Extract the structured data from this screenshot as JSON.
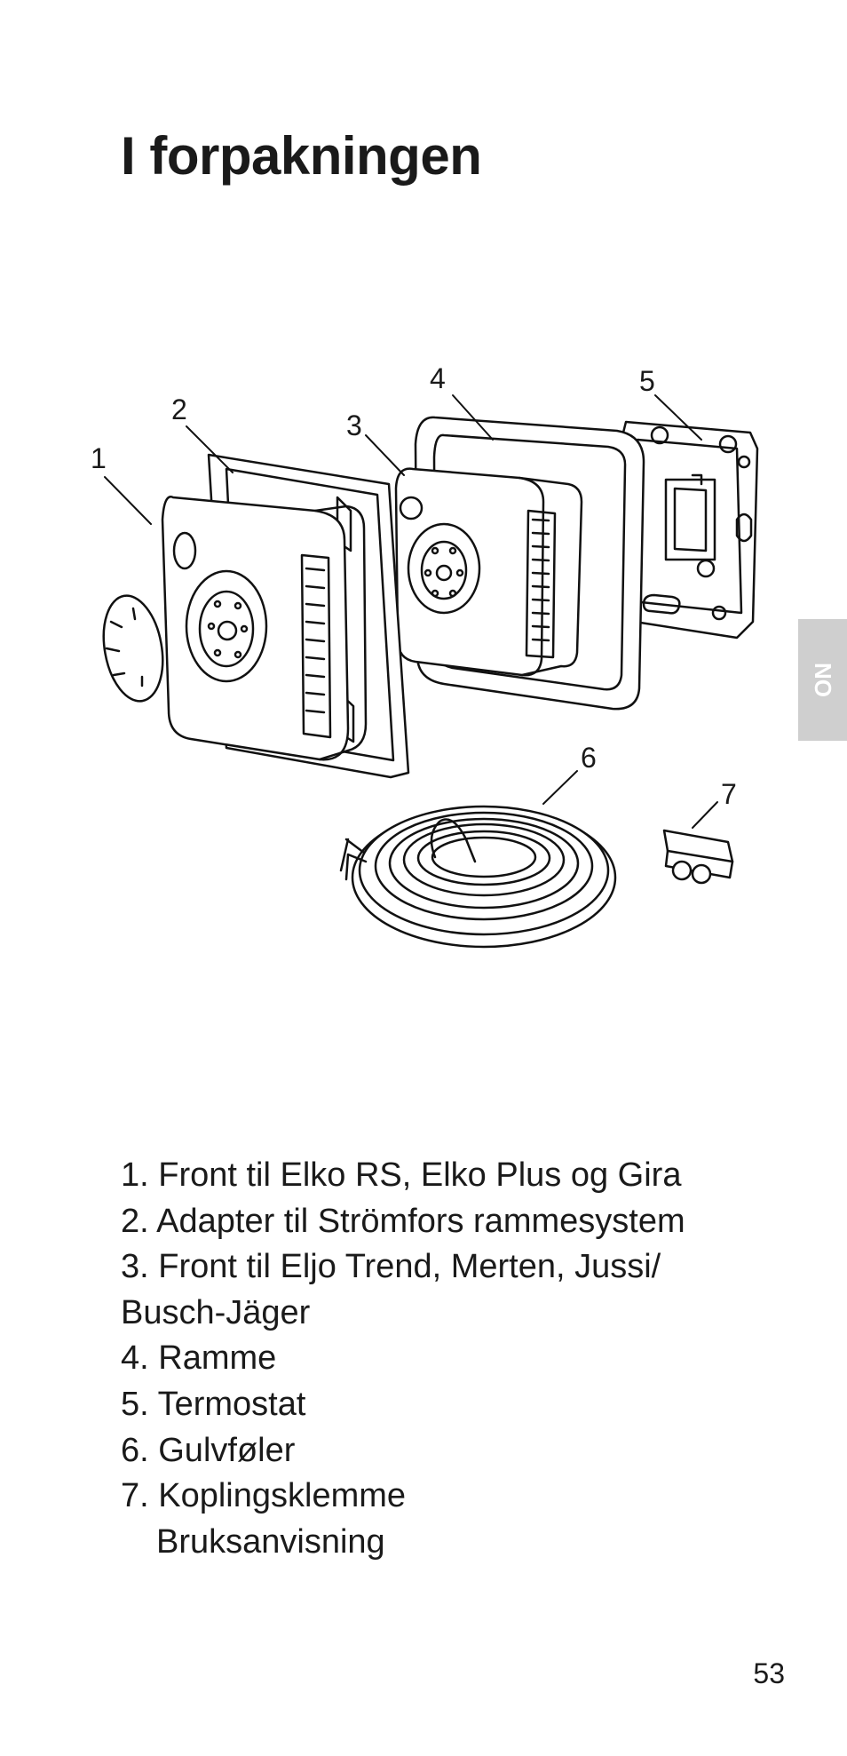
{
  "page": {
    "title": "I forpakningen",
    "lang_tab": "NO",
    "page_number": "53"
  },
  "illustration": {
    "callouts": [
      "1",
      "2",
      "3",
      "4",
      "5",
      "6",
      "7"
    ]
  },
  "parts": [
    "1. Front til Elko RS, Elko Plus og Gira",
    "2. Adapter til Strömfors rammesystem",
    "3. Front til Eljo Trend, Merten, Jussi/",
    "Busch-Jäger",
    "4. Ramme",
    "5. Termostat",
    "6. Gulvføler",
    "7. Koplingsklemme",
    "Bruksanvisning"
  ]
}
